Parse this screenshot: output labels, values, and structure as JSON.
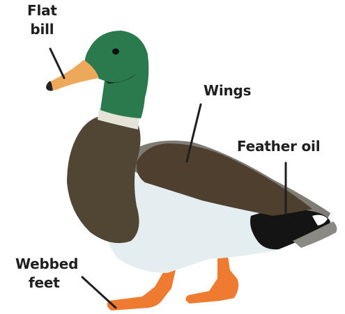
{
  "labels": {
    "flat_bill_line1": "Flat",
    "flat_bill_line2": "bill",
    "wings": "Wings",
    "feather_oil": "Feather oil",
    "webbed_feet_line1": "Webbed",
    "webbed_feet_line2": "feet"
  },
  "colors": {
    "head_green": "#2a7a4e",
    "neck_ring": "#e5e3d8",
    "chest_brown": "#514634",
    "wing_brown": "#4e3f2f",
    "wing_grey": "#7f7c75",
    "belly": "#e4eef1",
    "tail_black": "#141414",
    "bill_orange": "#eea85a",
    "feet_orange": "#ef7b30",
    "leader_line": "#1f1f1f",
    "text": "#1f1f1f"
  }
}
